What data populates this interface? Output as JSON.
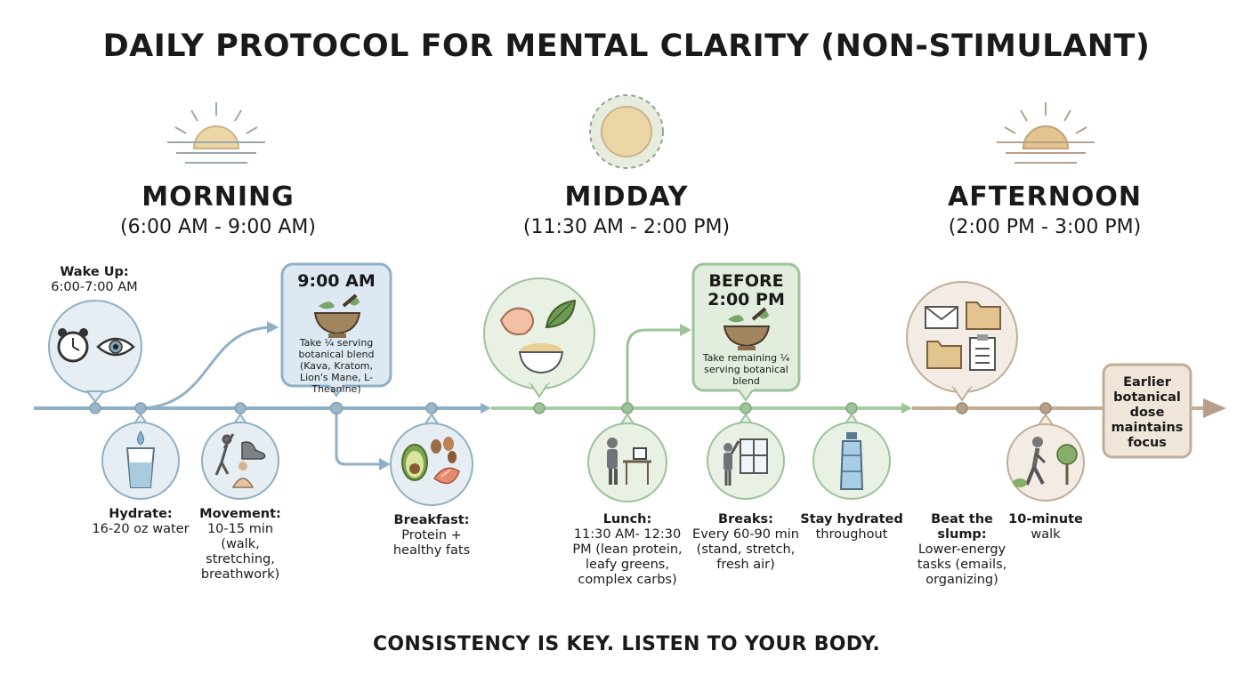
{
  "title": "DAILY PROTOCOL FOR MENTAL CLARITY (NON-STIMULANT)",
  "footer": "CONSISTENCY IS KEY. LISTEN TO YOUR BODY.",
  "colors": {
    "morning": "#8fb0c6",
    "midday": "#9cc39a",
    "afternoon": "#c2ad98",
    "sun": "#edd6a6"
  },
  "periods": [
    {
      "name": "MORNING",
      "time": "(6:00 AM - 9:00 AM)"
    },
    {
      "name": "MIDDAY",
      "time": "(11:30 AM - 2:00 PM)"
    },
    {
      "name": "AFTERNOON",
      "time": "(2:00 PM - 3:00 PM)"
    }
  ],
  "wake": {
    "title": "Wake Up:",
    "text": "6:00-7:00 AM",
    "icons": [
      "alarm-clock-icon",
      "eye-icon"
    ]
  },
  "box900": {
    "title": "9:00 AM",
    "text": "Take ¼ serving botanical blend (Kava, Kratom, Lion's Mane, L-Theanine)",
    "icon": "mortar-pestle-icon"
  },
  "hydrate": {
    "title": "Hydrate:",
    "text": "16-20 oz water",
    "icon": "water-glass-icon"
  },
  "movement": {
    "title": "Movement:",
    "text": "10-15 min (walk, stretching, breathwork)",
    "icons": [
      "stretching-icon",
      "sneaker-icon",
      "meditation-icon"
    ]
  },
  "breakfast": {
    "title": "Breakfast:",
    "text": "Protein + healthy fats",
    "icons": [
      "avocado-icon",
      "nuts-icon",
      "salmon-icon"
    ]
  },
  "midfood": {
    "icons": [
      "chicken-icon",
      "leaf-icon",
      "grain-bowl-icon"
    ]
  },
  "lunch": {
    "title": "Lunch:",
    "text": "11:30 AM- 12:30 PM (lean protein, leafy greens, complex carbs)",
    "icon": "desk-worker-icon"
  },
  "box200": {
    "title": "BEFORE 2:00 PM",
    "text": "Take remaining ¼ serving botanical blend",
    "icon": "mortar-pestle-icon"
  },
  "breaks": {
    "title": "Breaks:",
    "text": "Every 60-90 min (stand, stretch, fresh air)",
    "icon": "window-stretch-icon"
  },
  "stayhyd": {
    "title": "Stay hydrated",
    "text": "throughout",
    "icon": "water-bottle-icon"
  },
  "tasks": {
    "icons": [
      "envelope-icon",
      "folder-icon",
      "folder-icon",
      "clipboard-icon"
    ]
  },
  "slump": {
    "title": "Beat the slump:",
    "text": "Lower-energy tasks (emails, organizing)"
  },
  "walk": {
    "title": "10-minute",
    "text": "walk",
    "icon": "walking-person-icon"
  },
  "endbox": {
    "text": "Earlier botanical dose maintains focus"
  }
}
